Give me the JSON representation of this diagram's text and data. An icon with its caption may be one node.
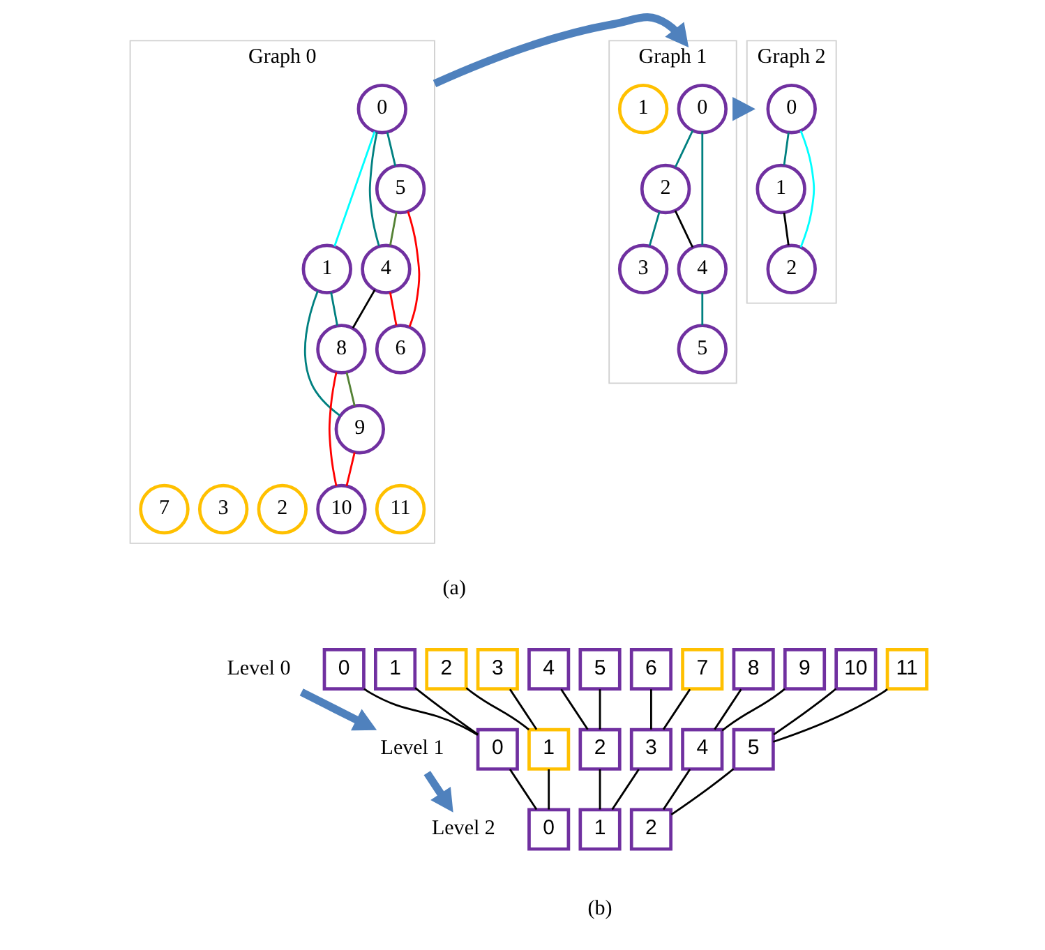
{
  "diagram": {
    "nodes": [
      {
        "text": [
          "Graph 0"
        ]
      },
      {
        "text": [
          "0"
        ],
        "in": 0
      },
      {
        "text": [
          "1"
        ],
        "in": 0
      },
      {
        "text": [
          "2"
        ],
        "in": 0
      },
      {
        "text": [
          "3"
        ],
        "in": 0
      },
      {
        "text": [
          "4"
        ],
        "in": 0
      },
      {
        "text": [
          "5"
        ],
        "in": 0
      },
      {
        "text": [
          "6"
        ],
        "in": 0
      },
      {
        "text": [
          "7"
        ],
        "in": 0
      },
      {
        "text": [
          "8"
        ],
        "in": 0
      },
      {
        "text": [
          "9"
        ],
        "in": 0
      },
      {
        "text": [
          "10"
        ],
        "in": 0
      },
      {
        "text": [
          "11"
        ],
        "in": 0
      },
      {
        "text": [
          "Graph 1"
        ]
      },
      {
        "text": [
          "0"
        ],
        "in": 13
      },
      {
        "text": [
          "1"
        ],
        "in": 13
      },
      {
        "text": [
          "2"
        ],
        "in": 13
      },
      {
        "text": [
          "3"
        ],
        "in": 13
      },
      {
        "text": [
          "4"
        ],
        "in": 13
      },
      {
        "text": [
          "5"
        ],
        "in": 13
      },
      {
        "text": [
          "Graph 2"
        ]
      },
      {
        "text": [
          "0"
        ],
        "in": 20
      },
      {
        "text": [
          "1"
        ],
        "in": 20
      },
      {
        "text": [
          "2"
        ],
        "in": 20
      },
      {
        "text": [
          "Level 0"
        ]
      },
      {
        "text": [
          "Level 1"
        ]
      },
      {
        "text": [
          "Level 2"
        ]
      },
      {
        "text": [
          "0"
        ]
      },
      {
        "text": [
          "1"
        ]
      },
      {
        "text": [
          "2"
        ]
      },
      {
        "text": [
          "3"
        ]
      },
      {
        "text": [
          "4"
        ]
      },
      {
        "text": [
          "5"
        ]
      },
      {
        "text": [
          "6"
        ]
      },
      {
        "text": [
          "7"
        ]
      },
      {
        "text": [
          "8"
        ]
      },
      {
        "text": [
          "9"
        ]
      },
      {
        "text": [
          "10"
        ]
      },
      {
        "text": [
          "11"
        ]
      },
      {
        "text": [
          "0"
        ]
      },
      {
        "text": [
          "1"
        ]
      },
      {
        "text": [
          "2"
        ]
      },
      {
        "text": [
          "3"
        ]
      },
      {
        "text": [
          "4"
        ]
      },
      {
        "text": [
          "5"
        ]
      },
      {
        "text": [
          "0"
        ]
      },
      {
        "text": [
          "1"
        ]
      },
      {
        "text": [
          "2"
        ]
      }
    ],
    "edges": [
      {
        "from": 1,
        "to": 6,
        "arrow": "none",
        "color": "#008080"
      },
      {
        "from": 1,
        "to": 5,
        "arrow": "none",
        "color": "#008080"
      },
      {
        "from": 1,
        "to": 2,
        "arrow": "none",
        "color": "#00ffff"
      },
      {
        "from": 6,
        "to": 7,
        "arrow": "none",
        "color": "#ff0000"
      },
      {
        "from": 6,
        "to": 5,
        "arrow": "none",
        "color": "#548235"
      },
      {
        "from": 5,
        "to": 7,
        "arrow": "none",
        "color": "#ff0000"
      },
      {
        "from": 5,
        "to": 9,
        "arrow": "none"
      },
      {
        "from": 2,
        "to": 9,
        "arrow": "none",
        "color": "#008080"
      },
      {
        "from": 2,
        "to": 10,
        "arrow": "none",
        "color": "#008080"
      },
      {
        "from": 9,
        "to": 10,
        "arrow": "none",
        "color": "#548235"
      },
      {
        "from": 9,
        "to": 11,
        "arrow": "none",
        "color": "#ff0000"
      },
      {
        "from": 10,
        "to": 11,
        "arrow": "none",
        "color": "#ff0000"
      },
      {
        "from": 14,
        "to": 16,
        "arrow": "none",
        "color": "#008080"
      },
      {
        "from": 14,
        "to": 18,
        "arrow": "none",
        "color": "#008080"
      },
      {
        "from": 16,
        "to": 17,
        "arrow": "none",
        "color": "#008080"
      },
      {
        "from": 16,
        "to": 18,
        "arrow": "none"
      },
      {
        "from": 18,
        "to": 19,
        "arrow": "none",
        "color": "#008080"
      },
      {
        "from": 21,
        "to": 22,
        "arrow": "none",
        "color": "#008080"
      },
      {
        "from": 21,
        "to": 23,
        "arrow": "none",
        "color": "#00ffff"
      },
      {
        "from": 22,
        "to": 23,
        "arrow": "none"
      },
      {
        "from": 0,
        "to": 13,
        "arrow": "to",
        "style": "thick",
        "color": "#4f81bd"
      },
      {
        "from": 13,
        "to": 20,
        "arrow": "to",
        "style": "thick",
        "color": "#4f81bd"
      },
      {
        "from": 24,
        "to": 25,
        "arrow": "to",
        "style": "thick",
        "color": "#4f81bd"
      },
      {
        "from": 25,
        "to": 26,
        "arrow": "to",
        "style": "thick",
        "color": "#4f81bd"
      },
      {
        "from": 27,
        "to": 39,
        "arrow": "none"
      },
      {
        "from": 28,
        "to": 39,
        "arrow": "none"
      },
      {
        "from": 29,
        "to": 40,
        "arrow": "none"
      },
      {
        "from": 30,
        "to": 40,
        "arrow": "none"
      },
      {
        "from": 31,
        "to": 41,
        "arrow": "none"
      },
      {
        "from": 32,
        "to": 41,
        "arrow": "none"
      },
      {
        "from": 33,
        "to": 42,
        "arrow": "none"
      },
      {
        "from": 34,
        "to": 42,
        "arrow": "none"
      },
      {
        "from": 35,
        "to": 43,
        "arrow": "none"
      },
      {
        "from": 36,
        "to": 43,
        "arrow": "none"
      },
      {
        "from": 37,
        "to": 44,
        "arrow": "none"
      },
      {
        "from": 38,
        "to": 44,
        "arrow": "none"
      },
      {
        "from": 39,
        "to": 45,
        "arrow": "none"
      },
      {
        "from": 40,
        "to": 45,
        "arrow": "none"
      },
      {
        "from": 41,
        "to": 46,
        "arrow": "none"
      },
      {
        "from": 42,
        "to": 46,
        "arrow": "none"
      },
      {
        "from": 43,
        "to": 47,
        "arrow": "none"
      },
      {
        "from": 44,
        "to": 47,
        "arrow": "none"
      }
    ],
    "labels": [
      "(a)",
      "(b)"
    ]
  }
}
